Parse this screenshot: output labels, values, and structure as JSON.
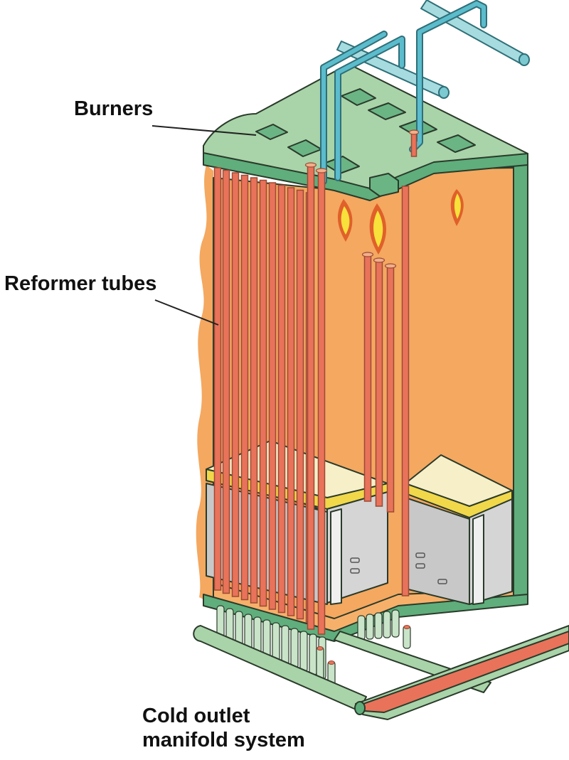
{
  "figure": {
    "subject": "Steam reformer furnace cutaway",
    "labels": {
      "burners": "Burners",
      "reformer_tubes": "Reformer tubes",
      "manifold_line1": "Cold outlet",
      "manifold_line2": "manifold system"
    },
    "colors": {
      "casing_light": "#a9d3a9",
      "casing_dark": "#5fae7c",
      "burner_pad": "#6bb585",
      "interior": "#f4a860",
      "tube": "#e8735a",
      "tube_dark": "#9c4a35",
      "feed_pipe": "#5bbccc",
      "feed_pipe_light": "#a6dce0",
      "flame_outer": "#e0602a",
      "flame_inner": "#f7e13a",
      "refractory_top": "#f7efc8",
      "refractory_edge": "#f0d84a",
      "tunnel_wall": "#c8c8c8",
      "outline": "#2a3a2a"
    }
  }
}
